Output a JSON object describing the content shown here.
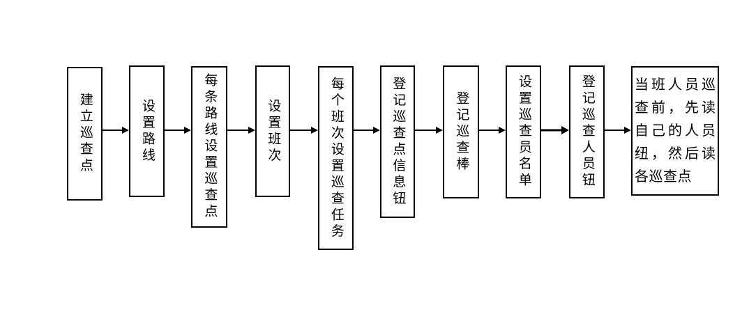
{
  "diagram": {
    "type": "flowchart",
    "direction": "left-to-right",
    "colors": {
      "background": "#ffffff",
      "box_border": "#000000",
      "text": "#000000",
      "arrow": "#000000"
    },
    "steps": [
      {
        "label": "建立巡查点"
      },
      {
        "label": "设置路线"
      },
      {
        "label": "每条路线设置巡查点"
      },
      {
        "label": "设置班次"
      },
      {
        "label": "每个班次设置巡查任务"
      },
      {
        "label": "登记巡查点信息钮"
      },
      {
        "label": "登记巡查棒"
      },
      {
        "label": "设置巡查员名单"
      },
      {
        "label": "登记巡查人员钮"
      },
      {
        "label": "当班人员巡查前，先读自己的人员纽，然后读各巡查点",
        "lines": [
          "当班人员巡",
          "查前，先读",
          "自己的人员",
          "纽，然后读",
          "各巡查点"
        ]
      }
    ],
    "connector_count": 9
  }
}
